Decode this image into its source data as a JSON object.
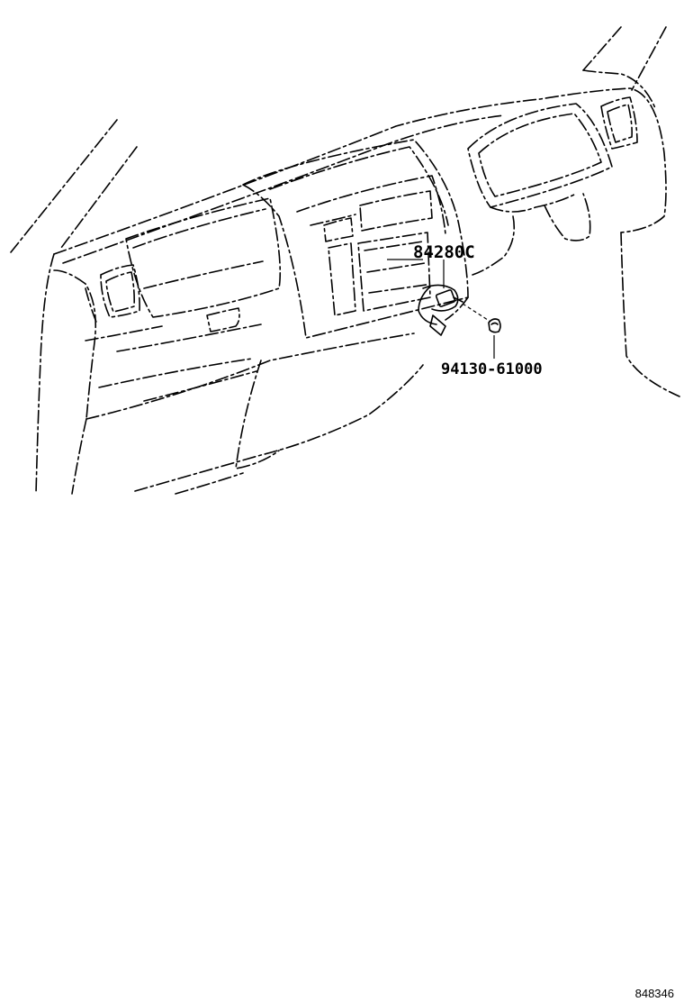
{
  "diagram": {
    "parts": [
      {
        "part_number": "84280C"
      },
      {
        "part_number": "94130-61000"
      }
    ],
    "illustration_number": "848346"
  }
}
